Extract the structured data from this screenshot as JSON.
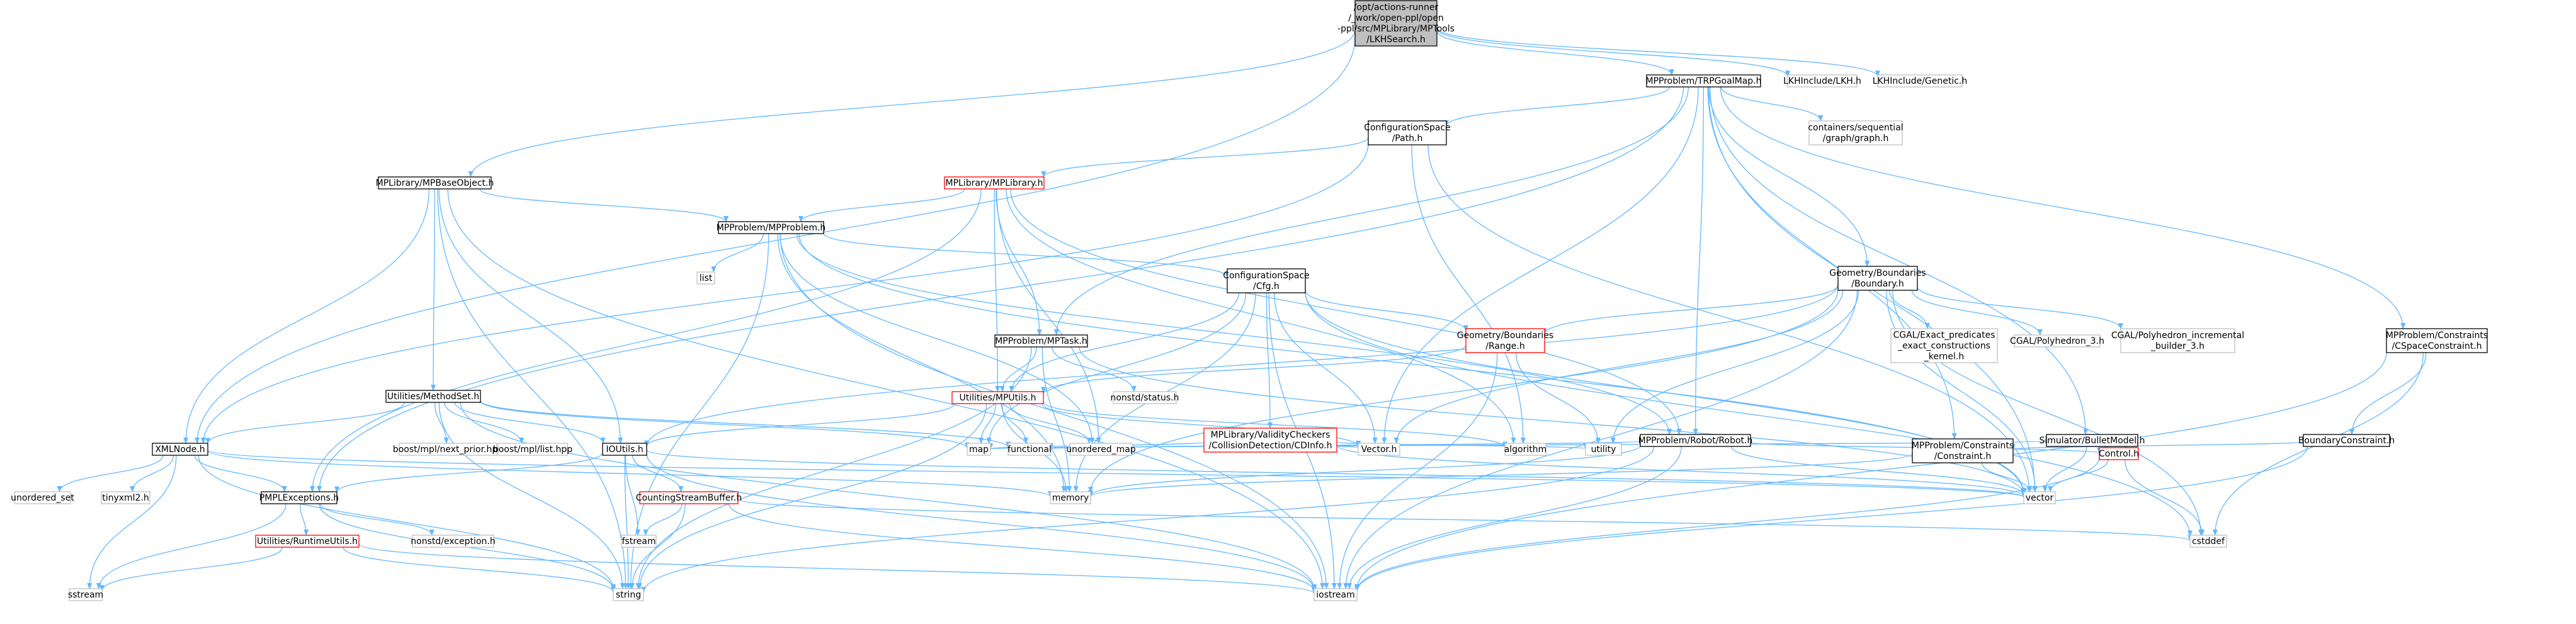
{
  "colors": {
    "root_fill": "#bfbfbf",
    "root_stroke": "#000000",
    "normal_fill": "#ffffff",
    "normal_stroke": "#000000",
    "truncated_stroke": "#ff0000",
    "external_stroke": "#bfbfbf",
    "edge": "#63B8FF",
    "text": "#000000"
  },
  "nodes": [
    {
      "id": "root",
      "lines": [
        "/opt/actions-runner",
        "/_work/open-ppl/open",
        "-ppl/src/MPLibrary/MPTools",
        "/LKHSearch.h"
      ],
      "kind": "root"
    },
    {
      "id": "tgm",
      "lines": [
        "MPProblem/TRPGoalMap.h"
      ],
      "kind": "normal"
    },
    {
      "id": "lkh",
      "lines": [
        "LKHInclude/LKH.h"
      ],
      "kind": "external"
    },
    {
      "id": "gen",
      "lines": [
        "LKHInclude/Genetic.h"
      ],
      "kind": "external"
    },
    {
      "id": "cspath",
      "lines": [
        "ConfigurationSpace",
        "/Path.h"
      ],
      "kind": "normal"
    },
    {
      "id": "graph",
      "lines": [
        "containers/sequential",
        "/graph/graph.h"
      ],
      "kind": "external"
    },
    {
      "id": "mpbo",
      "lines": [
        "MPLibrary/MPBaseObject.h"
      ],
      "kind": "normal"
    },
    {
      "id": "mplib",
      "lines": [
        "MPLibrary/MPLibrary.h"
      ],
      "kind": "truncated"
    },
    {
      "id": "bnd",
      "lines": [
        "Geometry/Boundaries",
        "/Boundary.h"
      ],
      "kind": "normal"
    },
    {
      "id": "cscc",
      "lines": [
        "MPProblem/Constraints",
        "/CSpaceConstraint.h"
      ],
      "kind": "normal"
    },
    {
      "id": "mpp",
      "lines": [
        "MPProblem/MPProblem.h"
      ],
      "kind": "normal"
    },
    {
      "id": "list",
      "lines": [
        "list"
      ],
      "kind": "external"
    },
    {
      "id": "cfg",
      "lines": [
        "ConfigurationSpace",
        "/Cfg.h"
      ],
      "kind": "normal"
    },
    {
      "id": "range",
      "lines": [
        "Geometry/Boundaries",
        "/Range.h"
      ],
      "kind": "truncated"
    },
    {
      "id": "cgalex",
      "lines": [
        "CGAL/Exact_predicates",
        "_exact_constructions",
        "_kernel.h"
      ],
      "kind": "external"
    },
    {
      "id": "cgalp3",
      "lines": [
        "CGAL/Polyhedron_3.h"
      ],
      "kind": "external"
    },
    {
      "id": "cgalpi",
      "lines": [
        "CGAL/Polyhedron_incremental",
        "_builder_3.h"
      ],
      "kind": "external"
    },
    {
      "id": "mptask",
      "lines": [
        "MPProblem/MPTask.h"
      ],
      "kind": "normal"
    },
    {
      "id": "nstat",
      "lines": [
        "nonstd/status.h"
      ],
      "kind": "external"
    },
    {
      "id": "msu",
      "lines": [
        "Utilities/MethodSet.h"
      ],
      "kind": "normal"
    },
    {
      "id": "mpu",
      "lines": [
        "Utilities/MPUtils.h"
      ],
      "kind": "truncated"
    },
    {
      "id": "cdinfo",
      "lines": [
        "MPLibrary/ValidityCheckers",
        "/CollisionDetection/CDInfo.h"
      ],
      "kind": "truncated"
    },
    {
      "id": "robot",
      "lines": [
        "MPProblem/Robot/Robot.h"
      ],
      "kind": "normal"
    },
    {
      "id": "bullet",
      "lines": [
        "Simulator/BulletModel.h"
      ],
      "kind": "normal"
    },
    {
      "id": "bndc",
      "lines": [
        "BoundaryConstraint.h"
      ],
      "kind": "normal"
    },
    {
      "id": "bnp",
      "lines": [
        "boost/mpl/next_prior.hpp"
      ],
      "kind": "external"
    },
    {
      "id": "bml",
      "lines": [
        "boost/mpl/list.hpp"
      ],
      "kind": "external"
    },
    {
      "id": "map",
      "lines": [
        "map"
      ],
      "kind": "external"
    },
    {
      "id": "func",
      "lines": [
        "functional"
      ],
      "kind": "external"
    },
    {
      "id": "umap",
      "lines": [
        "unordered_map"
      ],
      "kind": "external"
    },
    {
      "id": "vech",
      "lines": [
        "Vector.h"
      ],
      "kind": "external"
    },
    {
      "id": "algo",
      "lines": [
        "algorithm"
      ],
      "kind": "external"
    },
    {
      "id": "util",
      "lines": [
        "utility"
      ],
      "kind": "external"
    },
    {
      "id": "xml",
      "lines": [
        "XMLNode.h"
      ],
      "kind": "normal"
    },
    {
      "id": "ioutils",
      "lines": [
        "IOUtils.h"
      ],
      "kind": "normal"
    },
    {
      "id": "csb",
      "lines": [
        "CountingStreamBuffer.h"
      ],
      "kind": "truncated"
    },
    {
      "id": "cons",
      "lines": [
        "MPProblem/Constraints",
        "/Constraint.h"
      ],
      "kind": "normal"
    },
    {
      "id": "ctrl",
      "lines": [
        "Control.h"
      ],
      "kind": "truncated"
    },
    {
      "id": "mem",
      "lines": [
        "memory"
      ],
      "kind": "external"
    },
    {
      "id": "vec",
      "lines": [
        "vector"
      ],
      "kind": "external"
    },
    {
      "id": "exc",
      "lines": [
        "PMPLExceptions.h"
      ],
      "kind": "normal"
    },
    {
      "id": "nexc",
      "lines": [
        "nonstd/exception.h"
      ],
      "kind": "external"
    },
    {
      "id": "rtu",
      "lines": [
        "Utilities/RuntimeUtils.h"
      ],
      "kind": "truncated"
    },
    {
      "id": "uset",
      "lines": [
        "unordered_set"
      ],
      "kind": "external"
    },
    {
      "id": "tiny",
      "lines": [
        "tinyxml2.h"
      ],
      "kind": "external"
    },
    {
      "id": "fstream",
      "lines": [
        "fstream"
      ],
      "kind": "external"
    },
    {
      "id": "cstddef",
      "lines": [
        "cstddef"
      ],
      "kind": "external"
    },
    {
      "id": "sstream",
      "lines": [
        "sstream"
      ],
      "kind": "external"
    },
    {
      "id": "string",
      "lines": [
        "string"
      ],
      "kind": "external"
    },
    {
      "id": "iostream",
      "lines": [
        "iostream"
      ],
      "kind": "external"
    }
  ],
  "edges": [
    [
      "root",
      "tgm"
    ],
    [
      "root",
      "lkh"
    ],
    [
      "root",
      "gen"
    ],
    [
      "root",
      "mpbo"
    ],
    [
      "root",
      "xml"
    ],
    [
      "tgm",
      "cspath"
    ],
    [
      "tgm",
      "graph"
    ],
    [
      "tgm",
      "bnd"
    ],
    [
      "tgm",
      "cscc"
    ],
    [
      "tgm",
      "mptask"
    ],
    [
      "tgm",
      "robot"
    ],
    [
      "tgm",
      "bullet"
    ],
    [
      "tgm",
      "cons"
    ],
    [
      "tgm",
      "vech"
    ],
    [
      "tgm",
      "vec"
    ],
    [
      "tgm",
      "exc"
    ],
    [
      "cspath",
      "mplib"
    ],
    [
      "cspath",
      "algo"
    ],
    [
      "cspath",
      "vec"
    ],
    [
      "cspath",
      "xml"
    ],
    [
      "mpbo",
      "mpp"
    ],
    [
      "mpbo",
      "msu"
    ],
    [
      "mpbo",
      "xml"
    ],
    [
      "mpbo",
      "ioutils"
    ],
    [
      "mpbo",
      "string"
    ],
    [
      "mpbo",
      "iostream"
    ],
    [
      "mplib",
      "mpp"
    ],
    [
      "mplib",
      "mptask"
    ],
    [
      "mplib",
      "mpu"
    ],
    [
      "mplib",
      "robot"
    ],
    [
      "mplib",
      "algo"
    ],
    [
      "mplib",
      "umap"
    ],
    [
      "mplib",
      "exc"
    ],
    [
      "mpp",
      "list"
    ],
    [
      "mpp",
      "cfg"
    ],
    [
      "mpp",
      "robot"
    ],
    [
      "mpp",
      "mem"
    ],
    [
      "mpp",
      "string"
    ],
    [
      "mpp",
      "iostream"
    ],
    [
      "mpp",
      "umap"
    ],
    [
      "mpp",
      "vec"
    ],
    [
      "cfg",
      "range"
    ],
    [
      "cfg",
      "cdinfo"
    ],
    [
      "cfg",
      "mpu"
    ],
    [
      "cfg",
      "map"
    ],
    [
      "cfg",
      "vech"
    ],
    [
      "cfg",
      "mem"
    ],
    [
      "cfg",
      "iostream"
    ],
    [
      "cfg",
      "vec"
    ],
    [
      "cfg",
      "cstddef"
    ],
    [
      "bnd",
      "range"
    ],
    [
      "bnd",
      "cgalex"
    ],
    [
      "bnd",
      "cgalp3"
    ],
    [
      "bnd",
      "cgalpi"
    ],
    [
      "bnd",
      "ioutils"
    ],
    [
      "bnd",
      "mem"
    ],
    [
      "bnd",
      "vec"
    ],
    [
      "bnd",
      "util"
    ],
    [
      "bnd",
      "vech"
    ],
    [
      "bnd",
      "iostream"
    ],
    [
      "bnd",
      "cstddef"
    ],
    [
      "range",
      "mpu"
    ],
    [
      "range",
      "util"
    ],
    [
      "range",
      "iostream"
    ],
    [
      "mptask",
      "nstat"
    ],
    [
      "mptask",
      "mpu"
    ],
    [
      "mptask",
      "mem"
    ],
    [
      "mptask",
      "string"
    ],
    [
      "mptask",
      "vec"
    ],
    [
      "msu",
      "bnp"
    ],
    [
      "msu",
      "bml"
    ],
    [
      "msu",
      "map"
    ],
    [
      "msu",
      "func"
    ],
    [
      "msu",
      "xml"
    ],
    [
      "msu",
      "ioutils"
    ],
    [
      "msu",
      "string"
    ],
    [
      "msu",
      "iostream"
    ],
    [
      "mpu",
      "map"
    ],
    [
      "mpu",
      "func"
    ],
    [
      "mpu",
      "umap"
    ],
    [
      "mpu",
      "vech"
    ],
    [
      "mpu",
      "algo"
    ],
    [
      "mpu",
      "ioutils"
    ],
    [
      "mpu",
      "mem"
    ],
    [
      "mpu",
      "string"
    ],
    [
      "cdinfo",
      "map"
    ],
    [
      "cdinfo",
      "vech"
    ],
    [
      "cdinfo",
      "vec"
    ],
    [
      "cdinfo",
      "util"
    ],
    [
      "robot",
      "ctrl"
    ],
    [
      "robot",
      "func"
    ],
    [
      "robot",
      "mem"
    ],
    [
      "robot",
      "vec"
    ],
    [
      "robot",
      "string"
    ],
    [
      "robot",
      "iostream"
    ],
    [
      "bullet",
      "ctrl"
    ],
    [
      "bullet",
      "vec"
    ],
    [
      "bullet",
      "map"
    ],
    [
      "cscc",
      "bndc"
    ],
    [
      "cscc",
      "cstddef"
    ],
    [
      "cscc",
      "iostream"
    ],
    [
      "bndc",
      "cons"
    ],
    [
      "bndc",
      "iostream"
    ],
    [
      "cons",
      "mem"
    ],
    [
      "cons",
      "vec"
    ],
    [
      "ctrl",
      "vec"
    ],
    [
      "ctrl",
      "cstddef"
    ],
    [
      "ctrl",
      "iostream"
    ],
    [
      "xml",
      "exc"
    ],
    [
      "xml",
      "uset"
    ],
    [
      "xml",
      "tiny"
    ],
    [
      "xml",
      "mem"
    ],
    [
      "xml",
      "sstream"
    ],
    [
      "xml",
      "string"
    ],
    [
      "xml",
      "vec"
    ],
    [
      "ioutils",
      "csb"
    ],
    [
      "ioutils",
      "exc"
    ],
    [
      "ioutils",
      "fstream"
    ],
    [
      "ioutils",
      "string"
    ],
    [
      "ioutils",
      "iostream"
    ],
    [
      "ioutils",
      "vec"
    ],
    [
      "csb",
      "fstream"
    ],
    [
      "csb",
      "string"
    ],
    [
      "csb",
      "iostream"
    ],
    [
      "csb",
      "cstddef"
    ],
    [
      "exc",
      "nexc"
    ],
    [
      "exc",
      "rtu"
    ],
    [
      "exc",
      "sstream"
    ],
    [
      "exc",
      "string"
    ],
    [
      "rtu",
      "sstream"
    ],
    [
      "rtu",
      "string"
    ],
    [
      "rtu",
      "iostream"
    ]
  ]
}
